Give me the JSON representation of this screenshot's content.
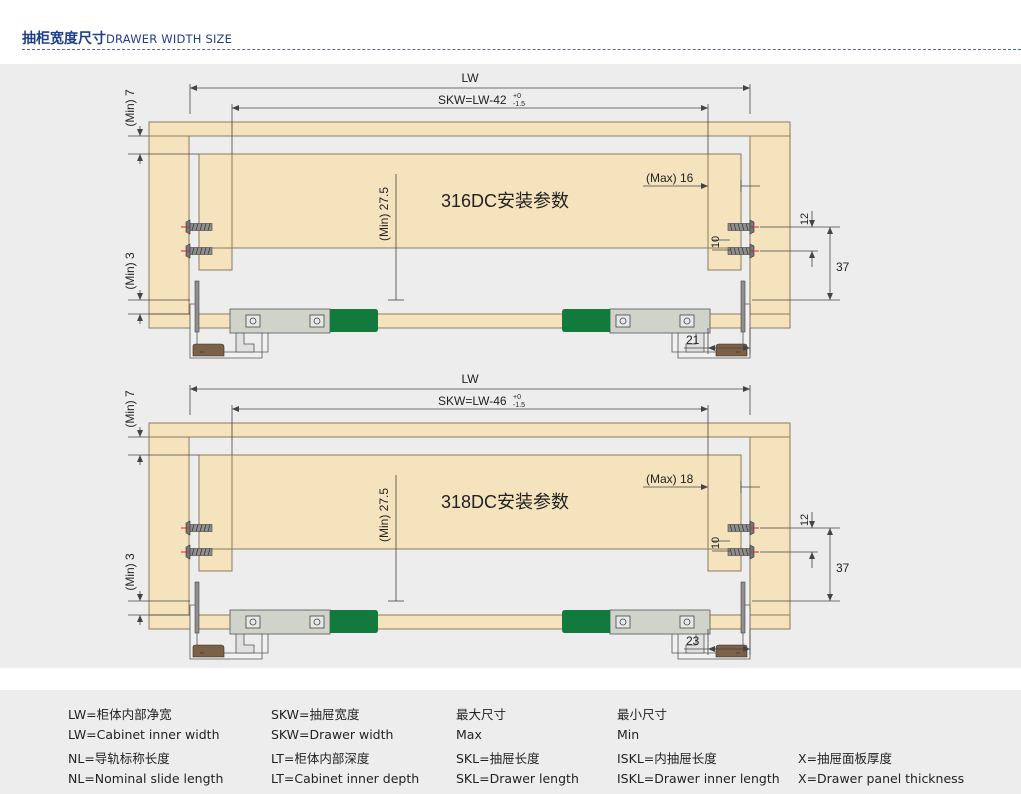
{
  "header": {
    "title_zh": "抽柜宽度尺寸",
    "title_en": "DRAWER WIDTH SIZE"
  },
  "diagram_top": {
    "lw_label": "LW",
    "skw_label": "SKW=LW-42",
    "skw_tol_upper": "+0",
    "skw_tol_lower": "-1.5",
    "model_title": "316DC安装参数",
    "dim_min7": "(Min) 7",
    "dim_min3": "(Min) 3",
    "dim_min27": "(Min) 27.5",
    "dim_max": "(Max) 16",
    "dim_10": "10",
    "dim_12": "12",
    "dim_37": "37",
    "dim_side": "21"
  },
  "diagram_bottom": {
    "lw_label": "LW",
    "skw_label": "SKW=LW-46",
    "skw_tol_upper": "+0",
    "skw_tol_lower": "-1.5",
    "model_title": "318DC安装参数",
    "dim_min7": "(Min) 7",
    "dim_min3": "(Min) 3",
    "dim_min27": "(Min) 27.5",
    "dim_max": "(Max) 18",
    "dim_10": "10",
    "dim_12": "12",
    "dim_37": "37",
    "dim_side": "23"
  },
  "legend": [
    {
      "line1": "LW=柜体内部净宽",
      "line2": "LW=Cabinet inner width"
    },
    {
      "line1": "SKW=抽屉宽度",
      "line2": "SKW=Drawer width"
    },
    {
      "line1": "最大尺寸",
      "line2": "Max"
    },
    {
      "line1": "最小尺寸",
      "line2": "Min"
    },
    {
      "line1": "NL=导轨标称长度",
      "line2": "NL=Nominal slide length"
    },
    {
      "line1": "LT=柜体内部深度",
      "line2": "LT=Cabinet inner depth"
    },
    {
      "line1": "SKL=抽屉长度",
      "line2": "SKL=Drawer length"
    },
    {
      "line1": "ISKL=内抽屉长度",
      "line2": "ISKL=Drawer inner length"
    },
    {
      "line1": "X=抽屉面板厚度",
      "line2": "X=Drawer panel thickness"
    }
  ],
  "colors": {
    "wood": "#f4e3bd",
    "wood_edge": "#8c7a5a",
    "runner_green": "#127a3c",
    "accent_blue": "#1f3f8a",
    "bracket": "#cfd3ca"
  }
}
